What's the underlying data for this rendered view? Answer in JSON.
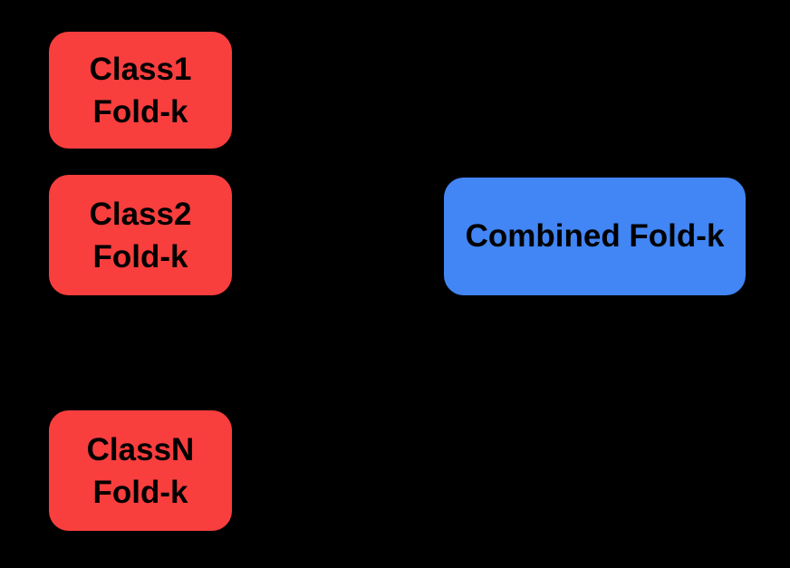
{
  "diagram": {
    "colors": {
      "background": "#000000",
      "red_node": "#F93E3E",
      "blue_node": "#4285F4",
      "text": "#000000"
    },
    "red_nodes": [
      {
        "line1": "Class1",
        "line2": "Fold-k"
      },
      {
        "line1": "Class2",
        "line2": "Fold-k"
      },
      {
        "line1": "ClassN",
        "line2": "Fold-k"
      }
    ],
    "combined_node": {
      "label": "Combined Fold-k"
    }
  }
}
